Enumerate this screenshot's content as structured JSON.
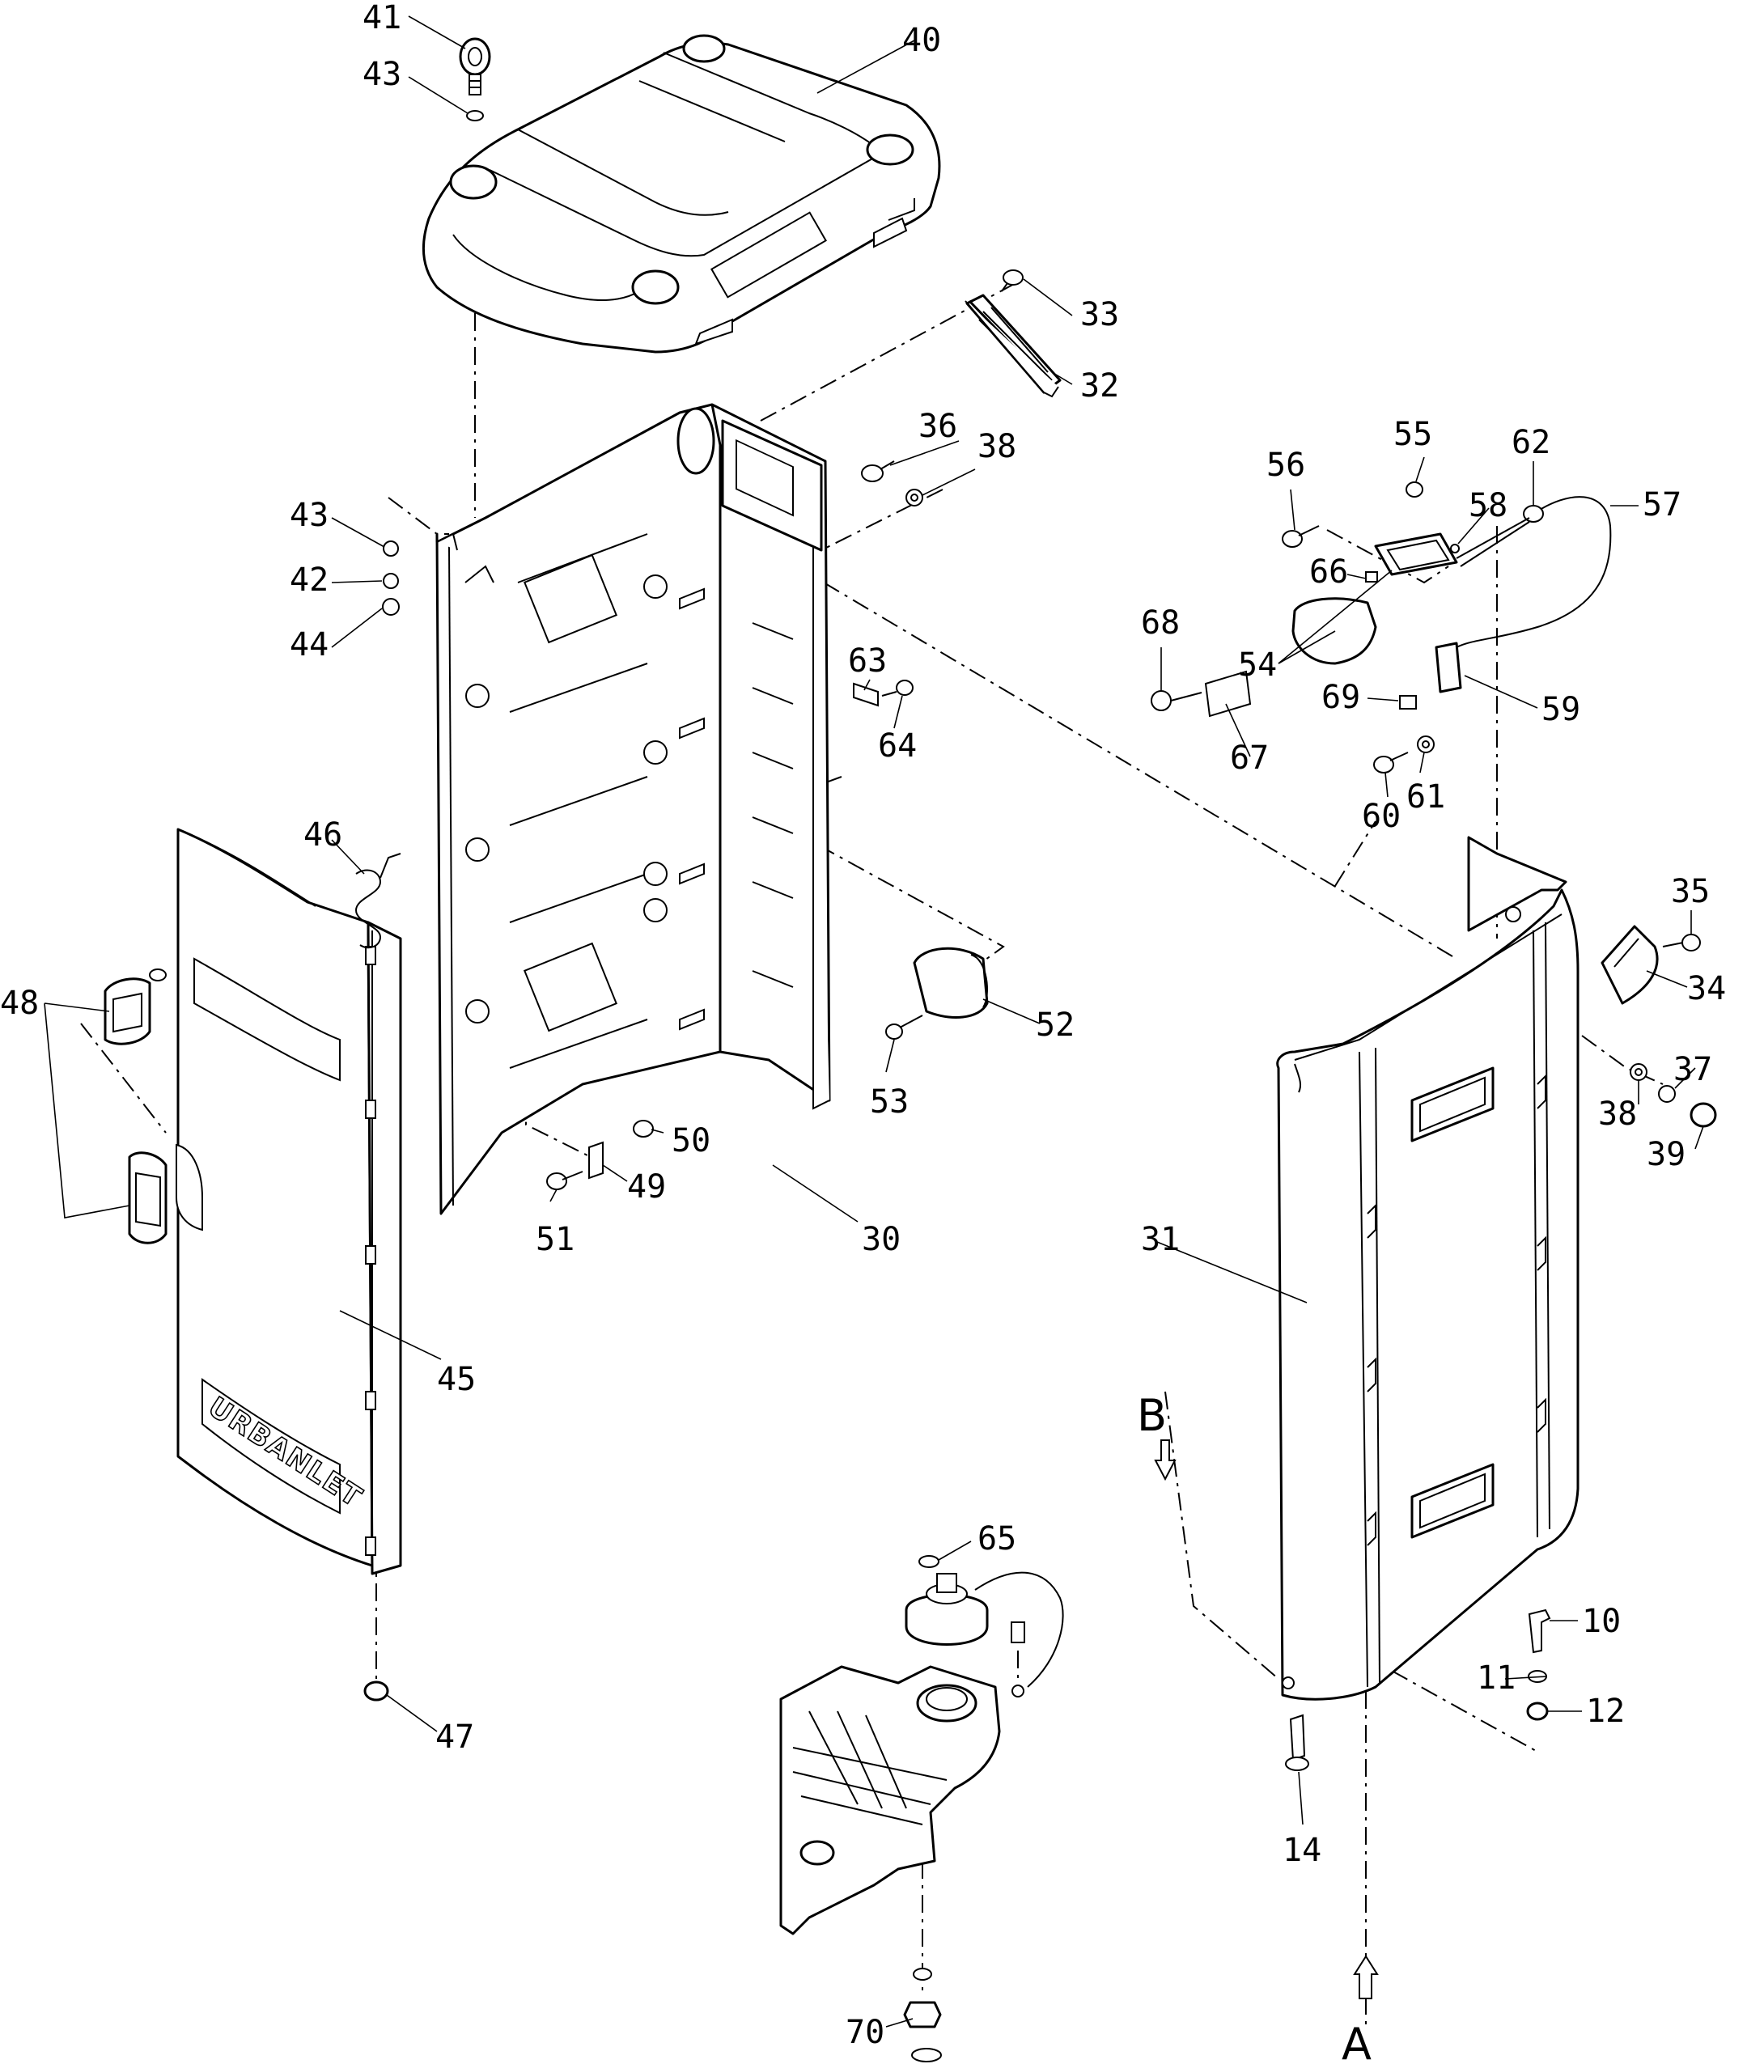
{
  "diagram": {
    "kind": "exploded-parts-view",
    "stroke_color": "#000000",
    "background_color": "#ffffff",
    "emboss_text": "URBANLET",
    "view_markers": [
      "B",
      "A"
    ],
    "callouts": [
      {
        "number": "41",
        "part": "eye-bolt"
      },
      {
        "number": "43",
        "part": "washer-top"
      },
      {
        "number": "40",
        "part": "roof-cover"
      },
      {
        "number": "33",
        "part": "screw-vent"
      },
      {
        "number": "32",
        "part": "vent-grille"
      },
      {
        "number": "36",
        "part": "bolt-panel"
      },
      {
        "number": "38",
        "part": "washer-panel"
      },
      {
        "number": "43",
        "part": "washer-left"
      },
      {
        "number": "42",
        "part": "lock-washer-left"
      },
      {
        "number": "44",
        "part": "nut-left"
      },
      {
        "number": "56",
        "part": "screw-light"
      },
      {
        "number": "55",
        "part": "nut-light"
      },
      {
        "number": "62",
        "part": "cable-gland"
      },
      {
        "number": "57",
        "part": "cable"
      },
      {
        "number": "58",
        "part": "small-screw"
      },
      {
        "number": "66",
        "part": "clip"
      },
      {
        "number": "54",
        "part": "lamp-cover"
      },
      {
        "number": "68",
        "part": "rivet-plate"
      },
      {
        "number": "69",
        "part": "label"
      },
      {
        "number": "59",
        "part": "switch"
      },
      {
        "number": "67",
        "part": "plate"
      },
      {
        "number": "60",
        "part": "screw-switch"
      },
      {
        "number": "61",
        "part": "washer-switch"
      },
      {
        "number": "63",
        "part": "bracket"
      },
      {
        "number": "64",
        "part": "bolt-bracket"
      },
      {
        "number": "46",
        "part": "spring"
      },
      {
        "number": "35",
        "part": "bolt-hook"
      },
      {
        "number": "34",
        "part": "hook"
      },
      {
        "number": "48",
        "part": "door-latch"
      },
      {
        "number": "52",
        "part": "door-stop"
      },
      {
        "number": "53",
        "part": "screw-stop"
      },
      {
        "number": "38",
        "part": "washer-right"
      },
      {
        "number": "37",
        "part": "nut-right"
      },
      {
        "number": "39",
        "part": "cap-nut"
      },
      {
        "number": "50",
        "part": "pin"
      },
      {
        "number": "49",
        "part": "latch-plate"
      },
      {
        "number": "51",
        "part": "screw-latch"
      },
      {
        "number": "30",
        "part": "rear-wall-panel"
      },
      {
        "number": "31",
        "part": "front-wall-panel"
      },
      {
        "number": "45",
        "part": "door"
      },
      {
        "number": "65",
        "part": "o-ring"
      },
      {
        "number": "10",
        "part": "bolt-base"
      },
      {
        "number": "11",
        "part": "washer-base"
      },
      {
        "number": "12",
        "part": "nut-base"
      },
      {
        "number": "14",
        "part": "anchor-bolt"
      },
      {
        "number": "47",
        "part": "nut-hinge"
      },
      {
        "number": "70",
        "part": "drain-nut"
      }
    ]
  }
}
